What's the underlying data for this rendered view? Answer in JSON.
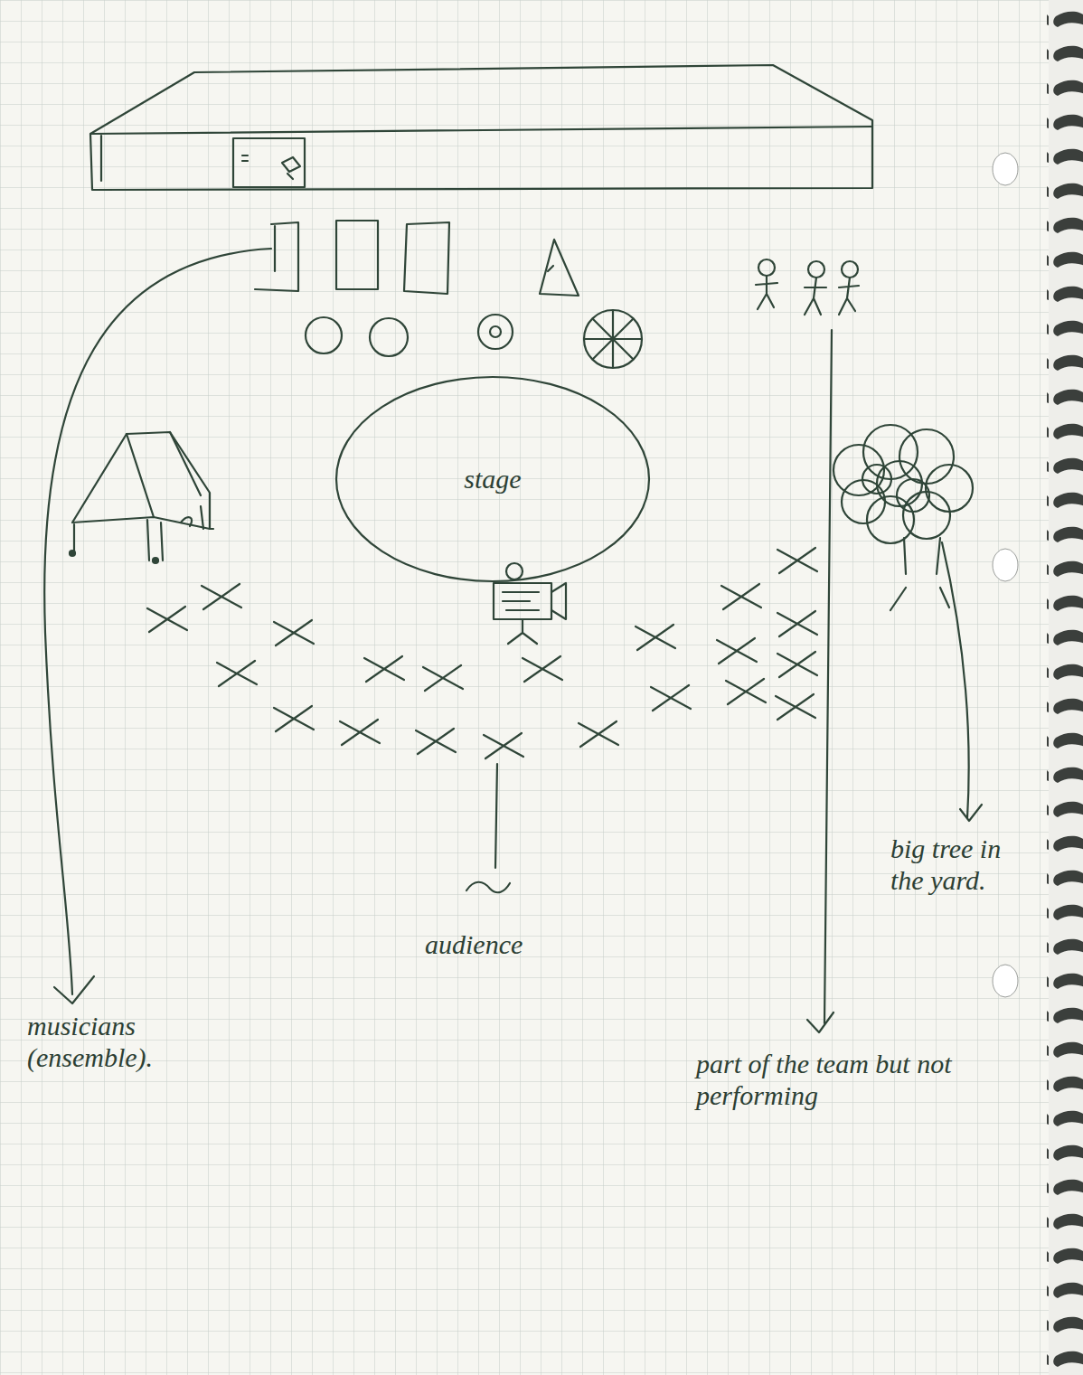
{
  "diagram": {
    "nodes": [
      {
        "text": [
          "stage"
        ]
      }
    ],
    "labels": [
      "musicians (ensemble).",
      "audience",
      "big tree in the yard.",
      "part of the team but not performing"
    ]
  }
}
